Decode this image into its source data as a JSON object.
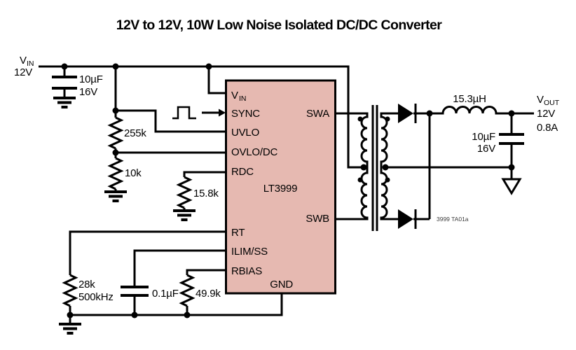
{
  "title": "12V to 12V, 10W Low Noise Isolated DC/DC Converter",
  "watermark": "3999 TA01a",
  "ic": {
    "part": "LT3999",
    "fill_color": "#e6b9b1",
    "pins": {
      "vin_v": "V",
      "vin_sub": "IN",
      "sync": "SYNC",
      "uvlo": "UVLO",
      "ovlo": "OVLO/DC",
      "rdc": "RDC",
      "rt": "RT",
      "ilim": "ILIM/SS",
      "rbias": "RBIAS",
      "swa": "SWA",
      "swb": "SWB",
      "gnd": "GND"
    }
  },
  "input": {
    "rail_v": "V",
    "rail_sub": "IN",
    "voltage": "12V",
    "cap_value": "10µF",
    "cap_rating": "16V"
  },
  "output": {
    "rail_v": "V",
    "rail_sub": "OUT",
    "voltage": "12V",
    "current": "0.8A",
    "inductor_value": "15.3µH",
    "cap_value": "10µF",
    "cap_rating": "16V"
  },
  "components": {
    "r_uvlo_top": "255k",
    "r_uvlo_bottom": "10k",
    "r_rdc": "15.8k",
    "r_rt": "28k",
    "r_rt_freq": "500kHz",
    "c_ss": "0.1µF",
    "r_bias": "49.9k"
  }
}
